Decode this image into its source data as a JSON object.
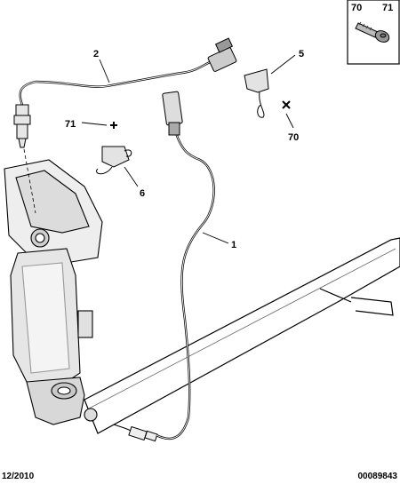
{
  "callouts": {
    "c1": "1",
    "c2": "2",
    "c5": "5",
    "c6": "6",
    "c70a": "70",
    "c70b": "70",
    "c71a": "71",
    "c71b": "71"
  },
  "inset": {
    "left_label": "70",
    "right_label": "71"
  },
  "footer": {
    "date": "12/2010",
    "reference": "00089843"
  }
}
